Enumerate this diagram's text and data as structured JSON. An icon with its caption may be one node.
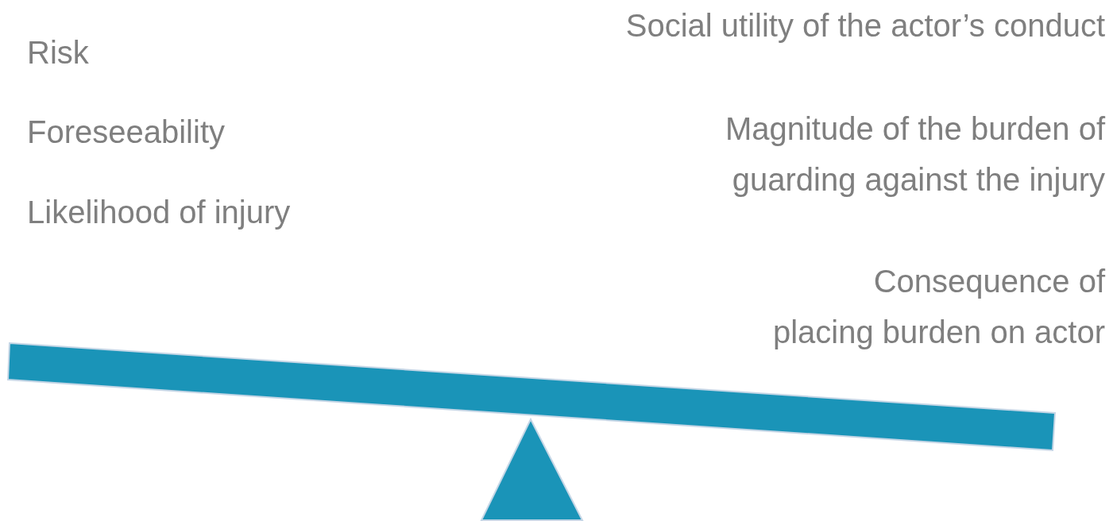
{
  "diagram": {
    "labels": [
      "Risk",
      "Foreseeability",
      "Likelihood of injury",
      "Social utility of the actor’s conduct",
      "Magnitude of the burden of guarding against the injury",
      "Consequence of placing burden on actor"
    ]
  }
}
